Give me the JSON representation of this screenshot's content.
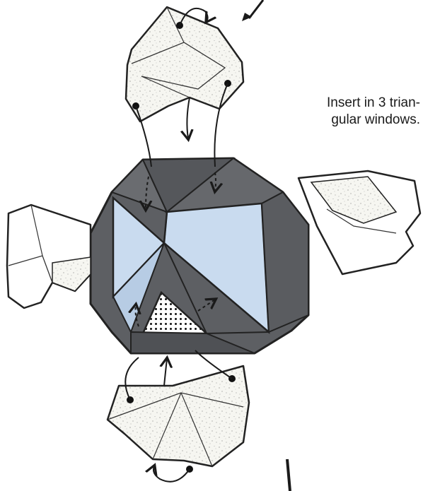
{
  "instruction": {
    "line1": "Insert in 3 trian-",
    "line2": "gular windows."
  },
  "colors": {
    "body_dark": "#5d5f63",
    "body_edge": "#222222",
    "window_light": "#c9dbef",
    "paper": "#f6f6f1",
    "ink": "#1a1a1a"
  },
  "icons": [
    "stippled-paper-unit",
    "dotted-arrow",
    "solid-arrow",
    "dot-marker"
  ]
}
